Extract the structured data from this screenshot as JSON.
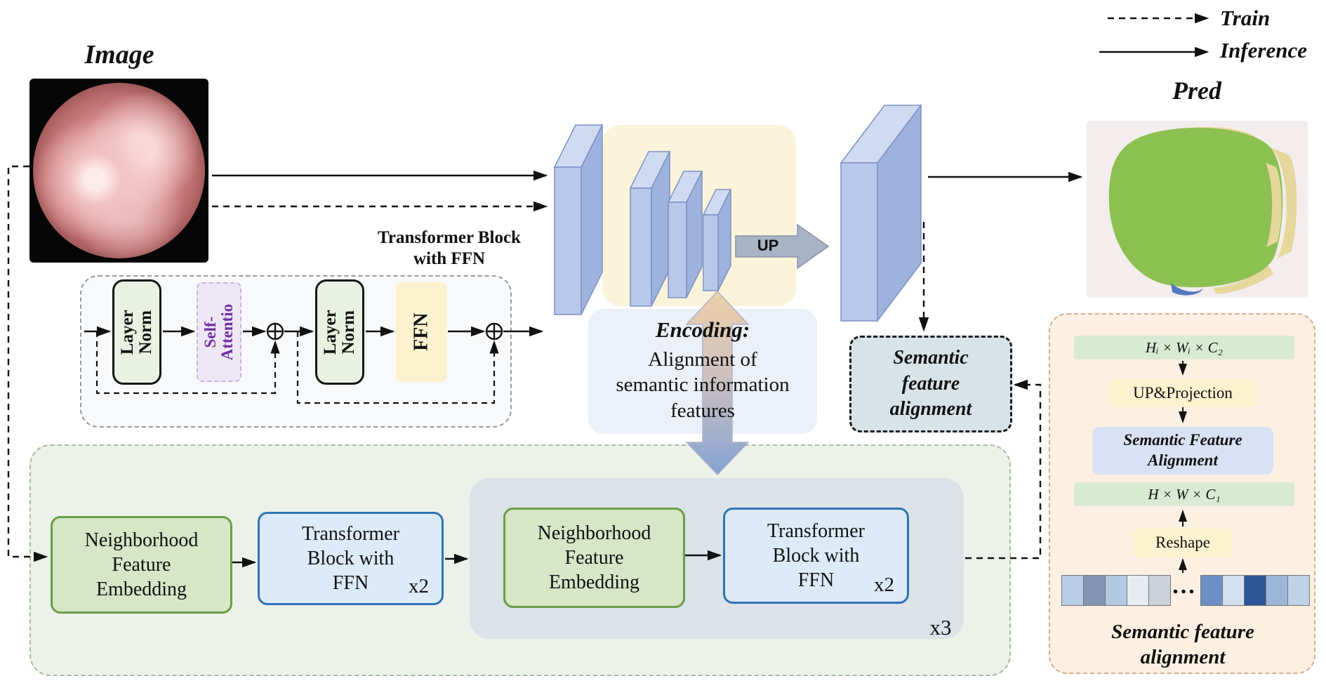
{
  "legend": {
    "train": "Train",
    "inference": "Inference"
  },
  "image_panel": {
    "title": "Image"
  },
  "pred_panel": {
    "title": "Pred"
  },
  "encoder": {
    "up_label": "UP"
  },
  "transformer_block": {
    "title": "Transformer Block\nwith FFN",
    "layer_norm": "Layer\nNorm",
    "self_attention": "Self-\nAttentio",
    "ffn": "FFN"
  },
  "encoding_box": {
    "title": "Encoding:",
    "body": "Alignment of\nsemantic information\nfeatures"
  },
  "semantic_alignment_box": {
    "label": "Semantic\nfeature\nalignment"
  },
  "pipeline": {
    "nfe_1": "Neighborhood\nFeature\nEmbedding",
    "tb_1": "Transformer\nBlock with\nFFN",
    "tb_1_mult": "x2",
    "nfe_2": "Neighborhood\nFeature\nEmbedding",
    "tb_2": "Transformer\nBlock with\nFFN",
    "tb_2_mult": "x2",
    "repeat": "x3"
  },
  "sfa_panel": {
    "dim_top": "Hᵢ × Wᵢ × C₂",
    "up_projection": "UP&Projection",
    "alignment": "Semantic Feature\nAlignment",
    "dim_bottom": "H × W × C₁",
    "reshape": "Reshape",
    "dots": "…",
    "label": "Semantic feature\nalignment",
    "tokens_left": [
      "#b9cce6",
      "#8296b3",
      "#b3c9e2",
      "#e7ecf3",
      "#ccd0d8"
    ],
    "tokens_right": [
      "#6d8fc3",
      "#d3deee",
      "#2e5597",
      "#9cb6da",
      "#c0d2e8"
    ]
  },
  "colors": {
    "slab_front": "#b7c8ea",
    "nfe_border": "#6a9e46",
    "transformer_border": "#2e74b5",
    "panel_peach": "#fdf0e2",
    "panel_green": "#ecf2e9",
    "segmentation_green": "#8cc152"
  }
}
